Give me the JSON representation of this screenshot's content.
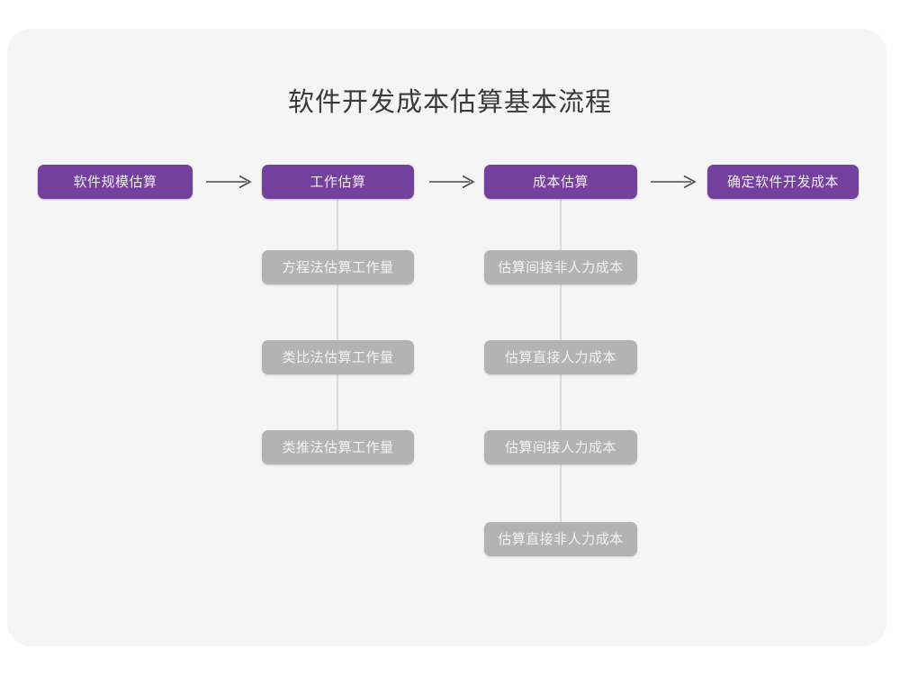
{
  "page": {
    "title": "软件开发成本估算基本流程",
    "background_color": "#ffffff",
    "card_color": "#f5f5f5"
  },
  "colors": {
    "primary": "#73409e",
    "secondary": "#b3b3b3",
    "connector": "#dcdcdc",
    "arrow": "#4a4a4a",
    "title_text": "#3a3a3a"
  },
  "flow": {
    "main_steps": [
      {
        "label": "软件规模估算"
      },
      {
        "label": "工作估算"
      },
      {
        "label": "成本估算"
      },
      {
        "label": "确定软件开发成本"
      }
    ],
    "arrows": [
      {
        "name": "arrow-right-icon"
      },
      {
        "name": "arrow-right-icon"
      },
      {
        "name": "arrow-right-icon"
      }
    ],
    "effort_substeps": [
      {
        "label": "方程法估算工作量"
      },
      {
        "label": "类比法估算工作量"
      },
      {
        "label": "类推法估算工作量"
      }
    ],
    "cost_substeps": [
      {
        "label": "估算间接非人力成本"
      },
      {
        "label": "估算直接人力成本"
      },
      {
        "label": "估算间接人力成本"
      },
      {
        "label": "估算直接非人力成本"
      }
    ]
  }
}
